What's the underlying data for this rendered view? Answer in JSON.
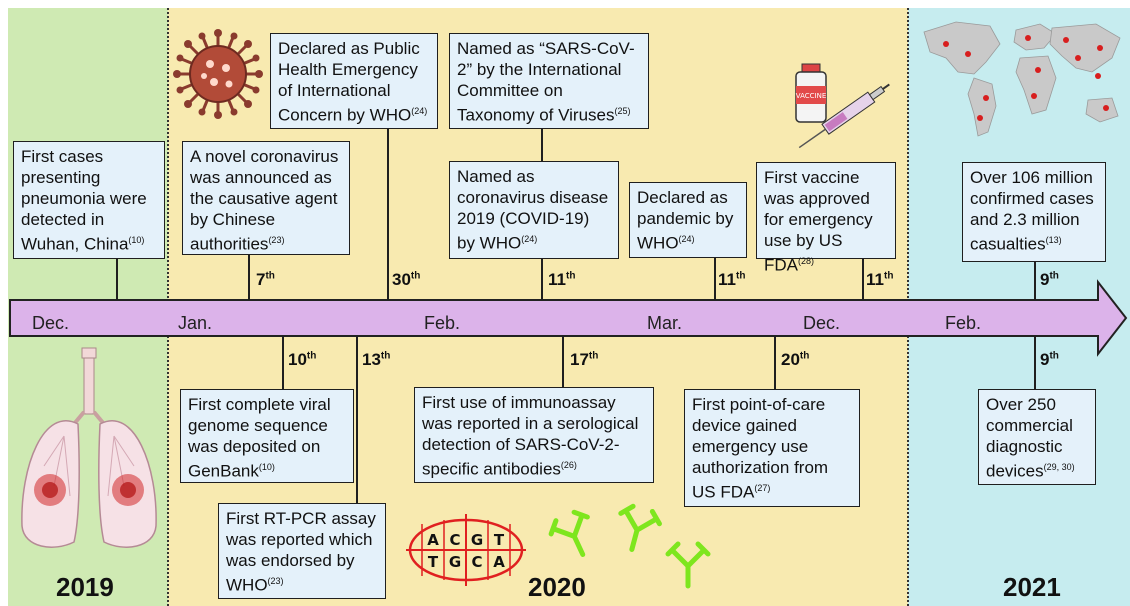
{
  "years": [
    "2019",
    "2020",
    "2021"
  ],
  "months": [
    "Dec.",
    "Jan.",
    "Feb.",
    "Mar.",
    "Dec.",
    "Feb."
  ],
  "top_events": [
    {
      "date_num": "",
      "date_suffix": "",
      "text": "First cases presenting pneumonia were detected in Wuhan, China",
      "ref": "(10)"
    },
    {
      "date_num": "7",
      "date_suffix": "th",
      "text": "A novel coronavirus was announced as the causative agent by Chinese authorities",
      "ref": "(23)"
    },
    {
      "date_num": "30",
      "date_suffix": "th",
      "text": "Declared as Public Health Emergency of International Concern by WHO",
      "ref": "(24)"
    },
    {
      "date_num": "11",
      "date_suffix": "th",
      "text": "Named as coronavirus disease 2019 (COVID-19) by WHO",
      "ref": "(24)"
    },
    {
      "date_num": "",
      "date_suffix": "",
      "text": "Named as “SARS-CoV-2” by the International Committee on Taxonomy of Viruses",
      "ref": "(25)"
    },
    {
      "date_num": "11",
      "date_suffix": "th",
      "text": "Declared as pandemic by WHO",
      "ref": "(24)"
    },
    {
      "date_num": "11",
      "date_suffix": "th",
      "text": "First vaccine was approved for emergency use by US FDA",
      "ref": "(28)"
    },
    {
      "date_num": "9",
      "date_suffix": "th",
      "text": "Over 106 million confirmed cases and 2.3 million casualties",
      "ref": "(13)"
    }
  ],
  "bottom_events": [
    {
      "date_num": "10",
      "date_suffix": "th",
      "text": "First complete viral genome sequence was deposited on GenBank",
      "ref": "(10)"
    },
    {
      "date_num": "13",
      "date_suffix": "th",
      "text": "First RT-PCR assay was reported which was endorsed by WHO",
      "ref": "(23)"
    },
    {
      "date_num": "17",
      "date_suffix": "th",
      "text": "First use of immunoassay was reported in a serological detection of SARS-CoV-2-specific antibodies",
      "ref": "(26)"
    },
    {
      "date_num": "20",
      "date_suffix": "th",
      "text": "First point-of-care device gained emergency use authorization from US FDA",
      "ref": "(27)"
    },
    {
      "date_num": "9",
      "date_suffix": "th",
      "text": "Over 250 commercial diagnostic devices",
      "ref": "(29, 30)"
    }
  ],
  "dna_letters": {
    "top": [
      "A",
      "C",
      "G",
      "T"
    ],
    "bottom": [
      "T",
      "G",
      "C",
      "A"
    ]
  },
  "vaccine_label": "VACCINE",
  "colors": {
    "zone_2019": "#cfeab3",
    "zone_2020": "#f8eab0",
    "zone_2021": "#c6ecef",
    "arrow": "#dcb3ea",
    "box": "#e4f1fa",
    "virus": "#8a3b2e",
    "antibody": "#7ee61e",
    "dna": "#e02020",
    "map_land": "#c9c9c9",
    "map_dot": "#d81e1e"
  },
  "icons": [
    "virus-icon",
    "vaccine-syringe-icon",
    "world-map-icon",
    "lungs-icon",
    "dna-sequence-icon",
    "antibody-icon"
  ]
}
